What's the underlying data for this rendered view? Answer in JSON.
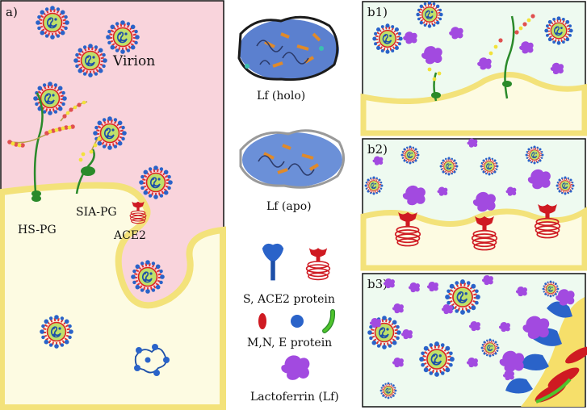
{
  "panel_a": {
    "letter": "a)",
    "virion_label": "Virion",
    "hs_pg_label": "HS-PG",
    "sia_pg_label": "SIA-PG",
    "ace2_label": "ACE2"
  },
  "center": {
    "lf_holo_label": "Lf (holo)",
    "lf_apo_label": "Lf (apo)",
    "legend_s_ace2": "S, ACE2 protein",
    "legend_mne": "M,N, E protein",
    "legend_lf": "Lactoferrin (Lf)"
  },
  "panel_b1": {
    "letter": "b1)"
  },
  "panel_b2": {
    "letter": "b2)"
  },
  "panel_b3": {
    "letter": "b3)"
  },
  "colors": {
    "extracellular_pink": "#f9d4dc",
    "cytoplasm_cream": "#fdfbe2",
    "membrane_yellow": "#f3e27a",
    "panel_b_bg": "#eefaf0",
    "spike_blue": "#2a63c9",
    "ace2_red": "#cf1a22",
    "lactoferrin_purple": "#a24ae0",
    "virion_core_green": "#bfe06a",
    "e_protein_green": "#4fc42c"
  },
  "icons": [
    "virion-icon",
    "spike-protein-icon",
    "ace2-receptor-icon",
    "m-protein-icon",
    "n-protein-icon",
    "e-protein-icon",
    "lactoferrin-icon",
    "lf-holo-structure",
    "lf-apo-structure"
  ]
}
